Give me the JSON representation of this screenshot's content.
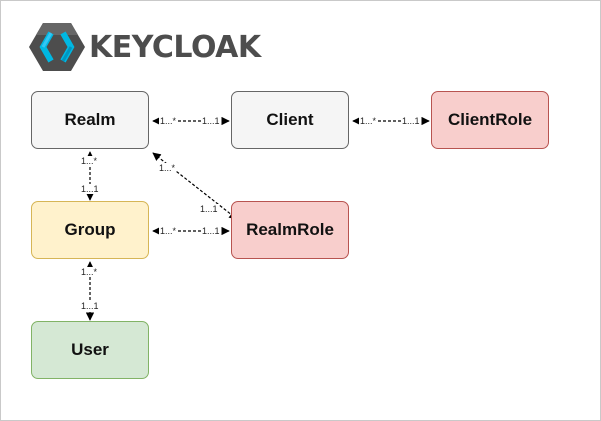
{
  "logo": {
    "text": "KEYCLOAK",
    "icon": "keycloak-logo-icon"
  },
  "colors": {
    "neutral_fill": "#f5f5f5",
    "neutral_stroke": "#666666",
    "yellow_fill": "#fff2cc",
    "yellow_stroke": "#d6b656",
    "red_fill": "#f8cecc",
    "red_stroke": "#b85450",
    "green_fill": "#d5e8d4",
    "green_stroke": "#82b366"
  },
  "nodes": {
    "realm": "Realm",
    "client": "Client",
    "client_role": "ClientRole",
    "group": "Group",
    "realm_role": "RealmRole",
    "user": "User"
  },
  "edges": [
    {
      "from": "Client",
      "to": "Realm",
      "from_label": "1...1",
      "to_label": "1...*"
    },
    {
      "from": "ClientRole",
      "to": "Client",
      "from_label": "1...1",
      "to_label": "1...*"
    },
    {
      "from": "Group",
      "to": "Realm",
      "from_label": "1...1",
      "to_label": "1...*"
    },
    {
      "from": "RealmRole",
      "to": "Realm",
      "from_label": "1...1",
      "to_label": "1...*"
    },
    {
      "from": "RealmRole",
      "to": "Group",
      "from_label": "1...1",
      "to_label": "1...*"
    },
    {
      "from": "User",
      "to": "Group",
      "from_label": "1...1",
      "to_label": "1...*"
    }
  ]
}
